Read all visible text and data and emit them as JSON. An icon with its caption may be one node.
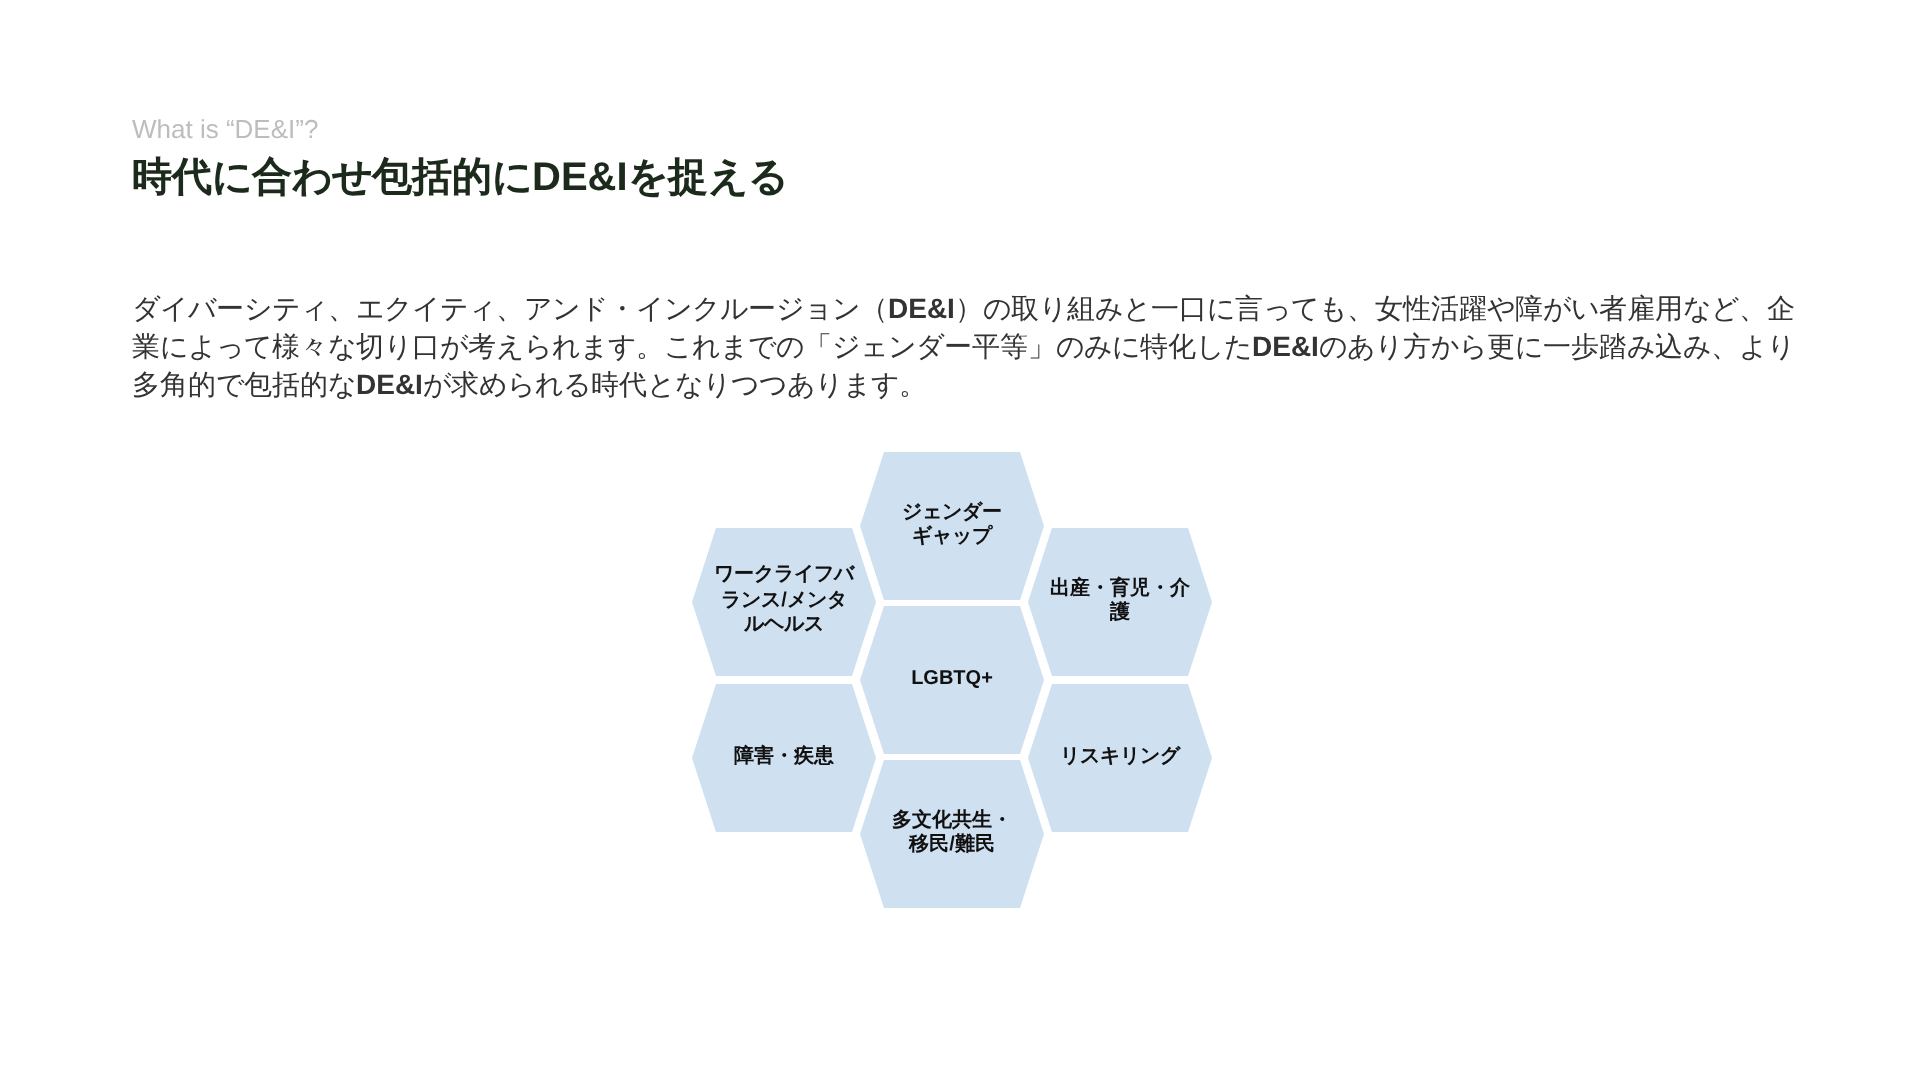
{
  "diagram": {
    "title": "時代に合わせ包括的にDE&Iを捉える",
    "nodes": [
      {
        "text": [
          "ジェンダーギャップ"
        ]
      },
      {
        "text": [
          "ワークライフバランス/メンタルヘルス"
        ]
      },
      {
        "text": [
          "出産・育児・介護"
        ]
      },
      {
        "text": [
          "LGBTQ+"
        ]
      },
      {
        "text": [
          "障害・疾患"
        ]
      },
      {
        "text": [
          "リスキリング"
        ]
      },
      {
        "text": [
          "多文化共生・移民/難民"
        ]
      }
    ],
    "labels": [
      "What is “DE&I”?",
      "ダイバーシティ、エクイティ、アンド・インクルージョン（**DE&I**）の取り組みと一口に言っても、女性活躍や障がい者雇用など、企業によって様々な切り口が考えられます。これまでの「ジェンダー平等」のみに特化した**DE&I**のあり方から更に一歩踏み込み、より多角的で包括的な**DE&I**が求められる時代となりつつあります。"
    ]
  }
}
